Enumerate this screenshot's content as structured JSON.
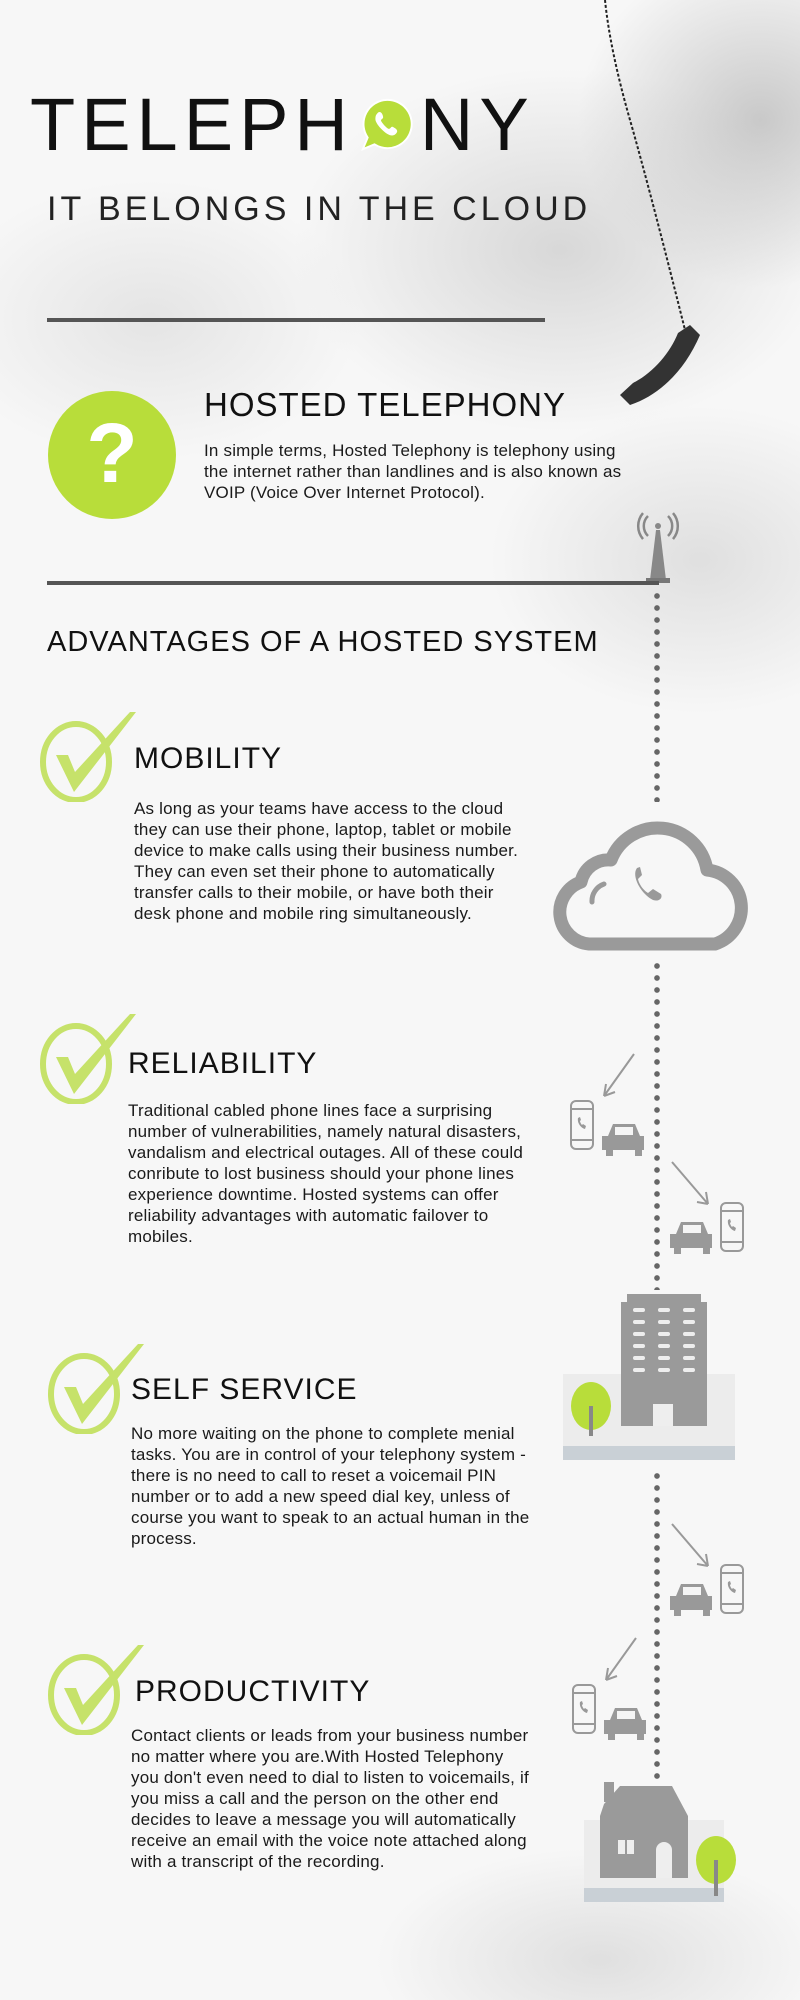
{
  "header": {
    "title_part1": "TELEPH",
    "title_part2": "NY",
    "subtitle": "IT BELONGS IN THE CLOUD"
  },
  "hosted": {
    "title": "HOSTED TELEPHONY",
    "text": "In simple terms, Hosted Telephony is telephony using the internet rather than landlines and is also known as VOIP (Voice Over Internet Protocol)."
  },
  "advantages": {
    "title": "ADVANTAGES OF A HOSTED SYSTEM",
    "items": [
      {
        "title": "MOBILITY",
        "text": "As long as your teams have access to the cloud they can use their phone, laptop, tablet or mobile device to make calls using their business number. They can even set their phone to automatically transfer calls to their mobile, or have both their desk phone and mobile ring simultaneously."
      },
      {
        "title": "RELIABILITY",
        "text": "Traditional cabled phone lines face a surprising number of vulnerabilities, namely natural disasters, vandalism and electrical outages. All of these could conribute to lost business should your phone lines experience downtime. Hosted systems can offer reliability advantages with automatic failover to mobiles."
      },
      {
        "title": "SELF SERVICE",
        "text": "No more waiting on the phone to complete menial tasks. You are in control of your telephony system - there is no need to call to reset a voicemail PIN number or to add a new speed dial key, unless of course you want to speak to an actual human in the process."
      },
      {
        "title": "PRODUCTIVITY",
        "text": "Contact clients or leads from your business number no matter where you are.With Hosted Telephony you don't even need to dial to listen to voicemails, if you miss a call and the person on the other end decides to leave a message you will automatically receive an email with the voice note attached along with a transcript of the recording."
      }
    ]
  },
  "colors": {
    "accent": "#b8dd3a",
    "icon_gray": "#9a9a9a",
    "rule": "#555555"
  }
}
